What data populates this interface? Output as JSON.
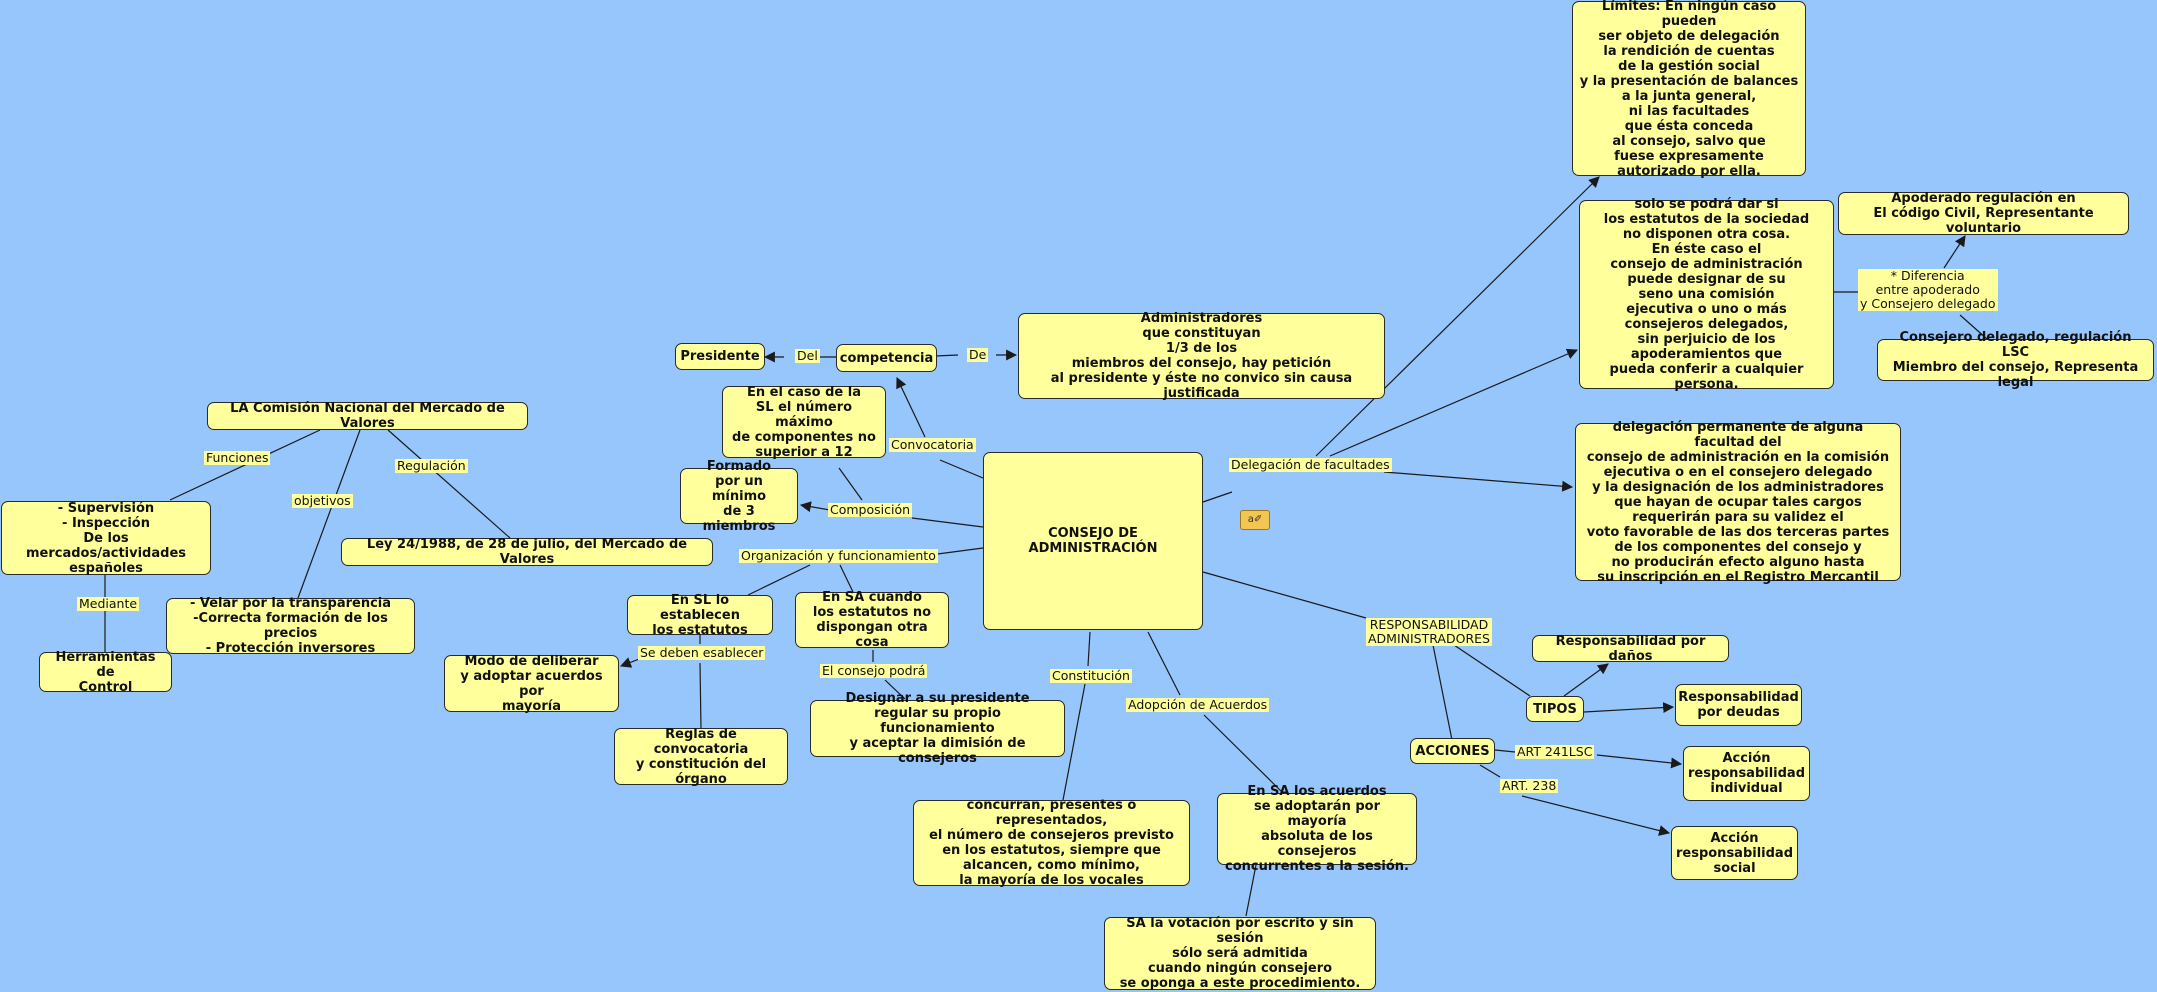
{
  "nodes": {
    "consejo": "CONSEJO DE\nADMINISTRACIÓN",
    "cnmv": "LA Comisión Nacional del Mercado de Valores",
    "supervision": "- Supervisión\n- Inspección\nDe los mercados/actividades\nespañoles",
    "herramientas": "Herramientas de\nControl",
    "velar": "- Velar por la transparencia\n-Correcta formación de los precios\n- Protección inversores",
    "ley24": "Ley 24/1988, de 28 de julio, del Mercado de Valores",
    "presidente": "Presidente",
    "competencia": "competencia",
    "administradores": "Administradores\nque constituyan\n1/3 de los\nmiembros del consejo, hay petición\nal presidente y éste no convico sin causa justificada",
    "sl_maximo": "En el caso de la\nSL el número máximo\nde componentes no\nsuperior a 12",
    "formado": "Formado\npor un mínimo\nde 3 miembros",
    "sl_estatutos": "En SL lo establecen\nlos estatutos",
    "sa_estatutos": "En SA cuando\nlos estatutos no\ndispongan otra cosa",
    "modo_deliberar": "Modo de deliberar\ny adoptar acuerdos por\nmayoría",
    "reglas": "Reglas de convocatoria\ny constitución del\nórgano",
    "designar": "Designar a su presidente\nregular su propio funcionamiento\ny aceptar la dimisión de consejeros",
    "concurran": "concurran, presentes o representados,\nel número de consejeros previsto\nen los estatutos, siempre que\nalcancen, como mínimo,\nla mayoría de los vocales",
    "sa_acuerdos": "En SA los acuerdos\nse adoptarán por mayoría\nabsoluta de los consejeros\nconcurrentes a la sesión.",
    "sa_votacion": "SA la votación por escrito y sin sesión\nsólo será admitida\ncuando ningún consejero\nse oponga a este procedimiento.",
    "limites": "Límites: En ningún caso pueden\nser objeto de delegación\nla rendición de cuentas\nde la gestión social\ny la presentación de balances\na la junta general,\nni las facultades\nque ésta conceda\nal consejo, salvo que\nfuese expresamente\nautorizado por ella.",
    "solo_dar": "solo se podrá dar si\nlos estatutos de la sociedad\nno disponen otra cosa.\nEn éste caso el\nconsejo de administración\npuede designar de su\nseno una comisión\nejecutiva o uno o más\nconsejeros delegados,\nsin perjuicio de los\napoderamientos que\npueda conferir a cualquier persona.",
    "apoderado": "Apoderado regulación en\nEl código Civil, Representante voluntario",
    "consejero_delegado": "Consejero delegado, regulación LSC\nMiembro del consejo, Representa legal",
    "delegacion_permanente": "delegación permanente de alguna facultad del\nconsejo de administración en la comisión\nejecutiva o en el consejero delegado\ny la designación de los administradores\nque hayan de ocupar tales cargos\nrequerirán para su validez el\nvoto favorable de las dos terceras partes\nde los componentes del consejo y\nno producirán efecto alguno hasta\nsu inscripción en el Registro Mercantil",
    "resp_danos": "Responsabilidad por daños",
    "tipos": "TIPOS",
    "resp_deudas": "Responsabilidad\npor deudas",
    "acciones": "ACCIONES",
    "accion_individual": "Acción\nresponsabilidad\nindividual",
    "accion_social": "Acción\nresponsabilidad\nsocial"
  },
  "labels": {
    "funciones": "Funciones",
    "objetivos": "objetivos",
    "regulacion": "Regulación",
    "mediante": "Mediante",
    "del": "Del",
    "de": "De",
    "convocatoria": "Convocatoria",
    "composicion": "Composición",
    "organizacion": "Organización y funcionamiento",
    "se_deben": "Se deben esablecer",
    "consejo_podra": "El consejo podrá",
    "constitucion": "Constitución",
    "adopcion": "Adopción de Acuerdos",
    "delegacion_facultades": "Delegación de facultades",
    "diferencia": "* Diferencia\nentre apoderado\ny Consejero delegado",
    "responsabilidad_admin": "RESPONSABILIDAD\nADMINISTRADORES",
    "art241": "ART  241LSC",
    "art238": "ART. 238"
  },
  "colors": {
    "background": "#97c6fd",
    "node_fill": "#ffff9c",
    "line": "#1a1a1a"
  },
  "icons": {
    "edit": "note-edit-icon"
  }
}
